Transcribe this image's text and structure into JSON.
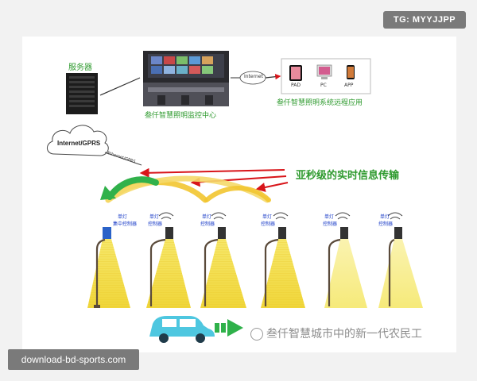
{
  "badges": {
    "tg": "TG: MYYJJPP",
    "site": "download-bd-sports.com"
  },
  "diagram": {
    "server_label": "服务器",
    "monitor_center_label": "叁仟智慧照明监控中心",
    "internet_bubble": "Internet",
    "remote_apps_label": "叁仟智慧照明系统远程应用",
    "devices": [
      "PAD",
      "PC",
      "APP"
    ],
    "cloud_label": "Internet/GPRS",
    "link_label": "Ethernet/GPRS",
    "realtime_label": "亚秒级的实时信息传输",
    "concentrator_label": [
      "单灯",
      "集中控制器"
    ],
    "controller_label": [
      "单灯",
      "控制器"
    ],
    "watermark": "叁仟智慧城市中的新一代农民工"
  },
  "colors": {
    "green": "#2e9a2e",
    "red": "#d8151a",
    "beam": "#f3e04a",
    "beam_light": "#f8ef9a",
    "car": "#4ec7e0",
    "blue_text": "#1a3cc8",
    "arrow_green": "#2fb14a"
  }
}
